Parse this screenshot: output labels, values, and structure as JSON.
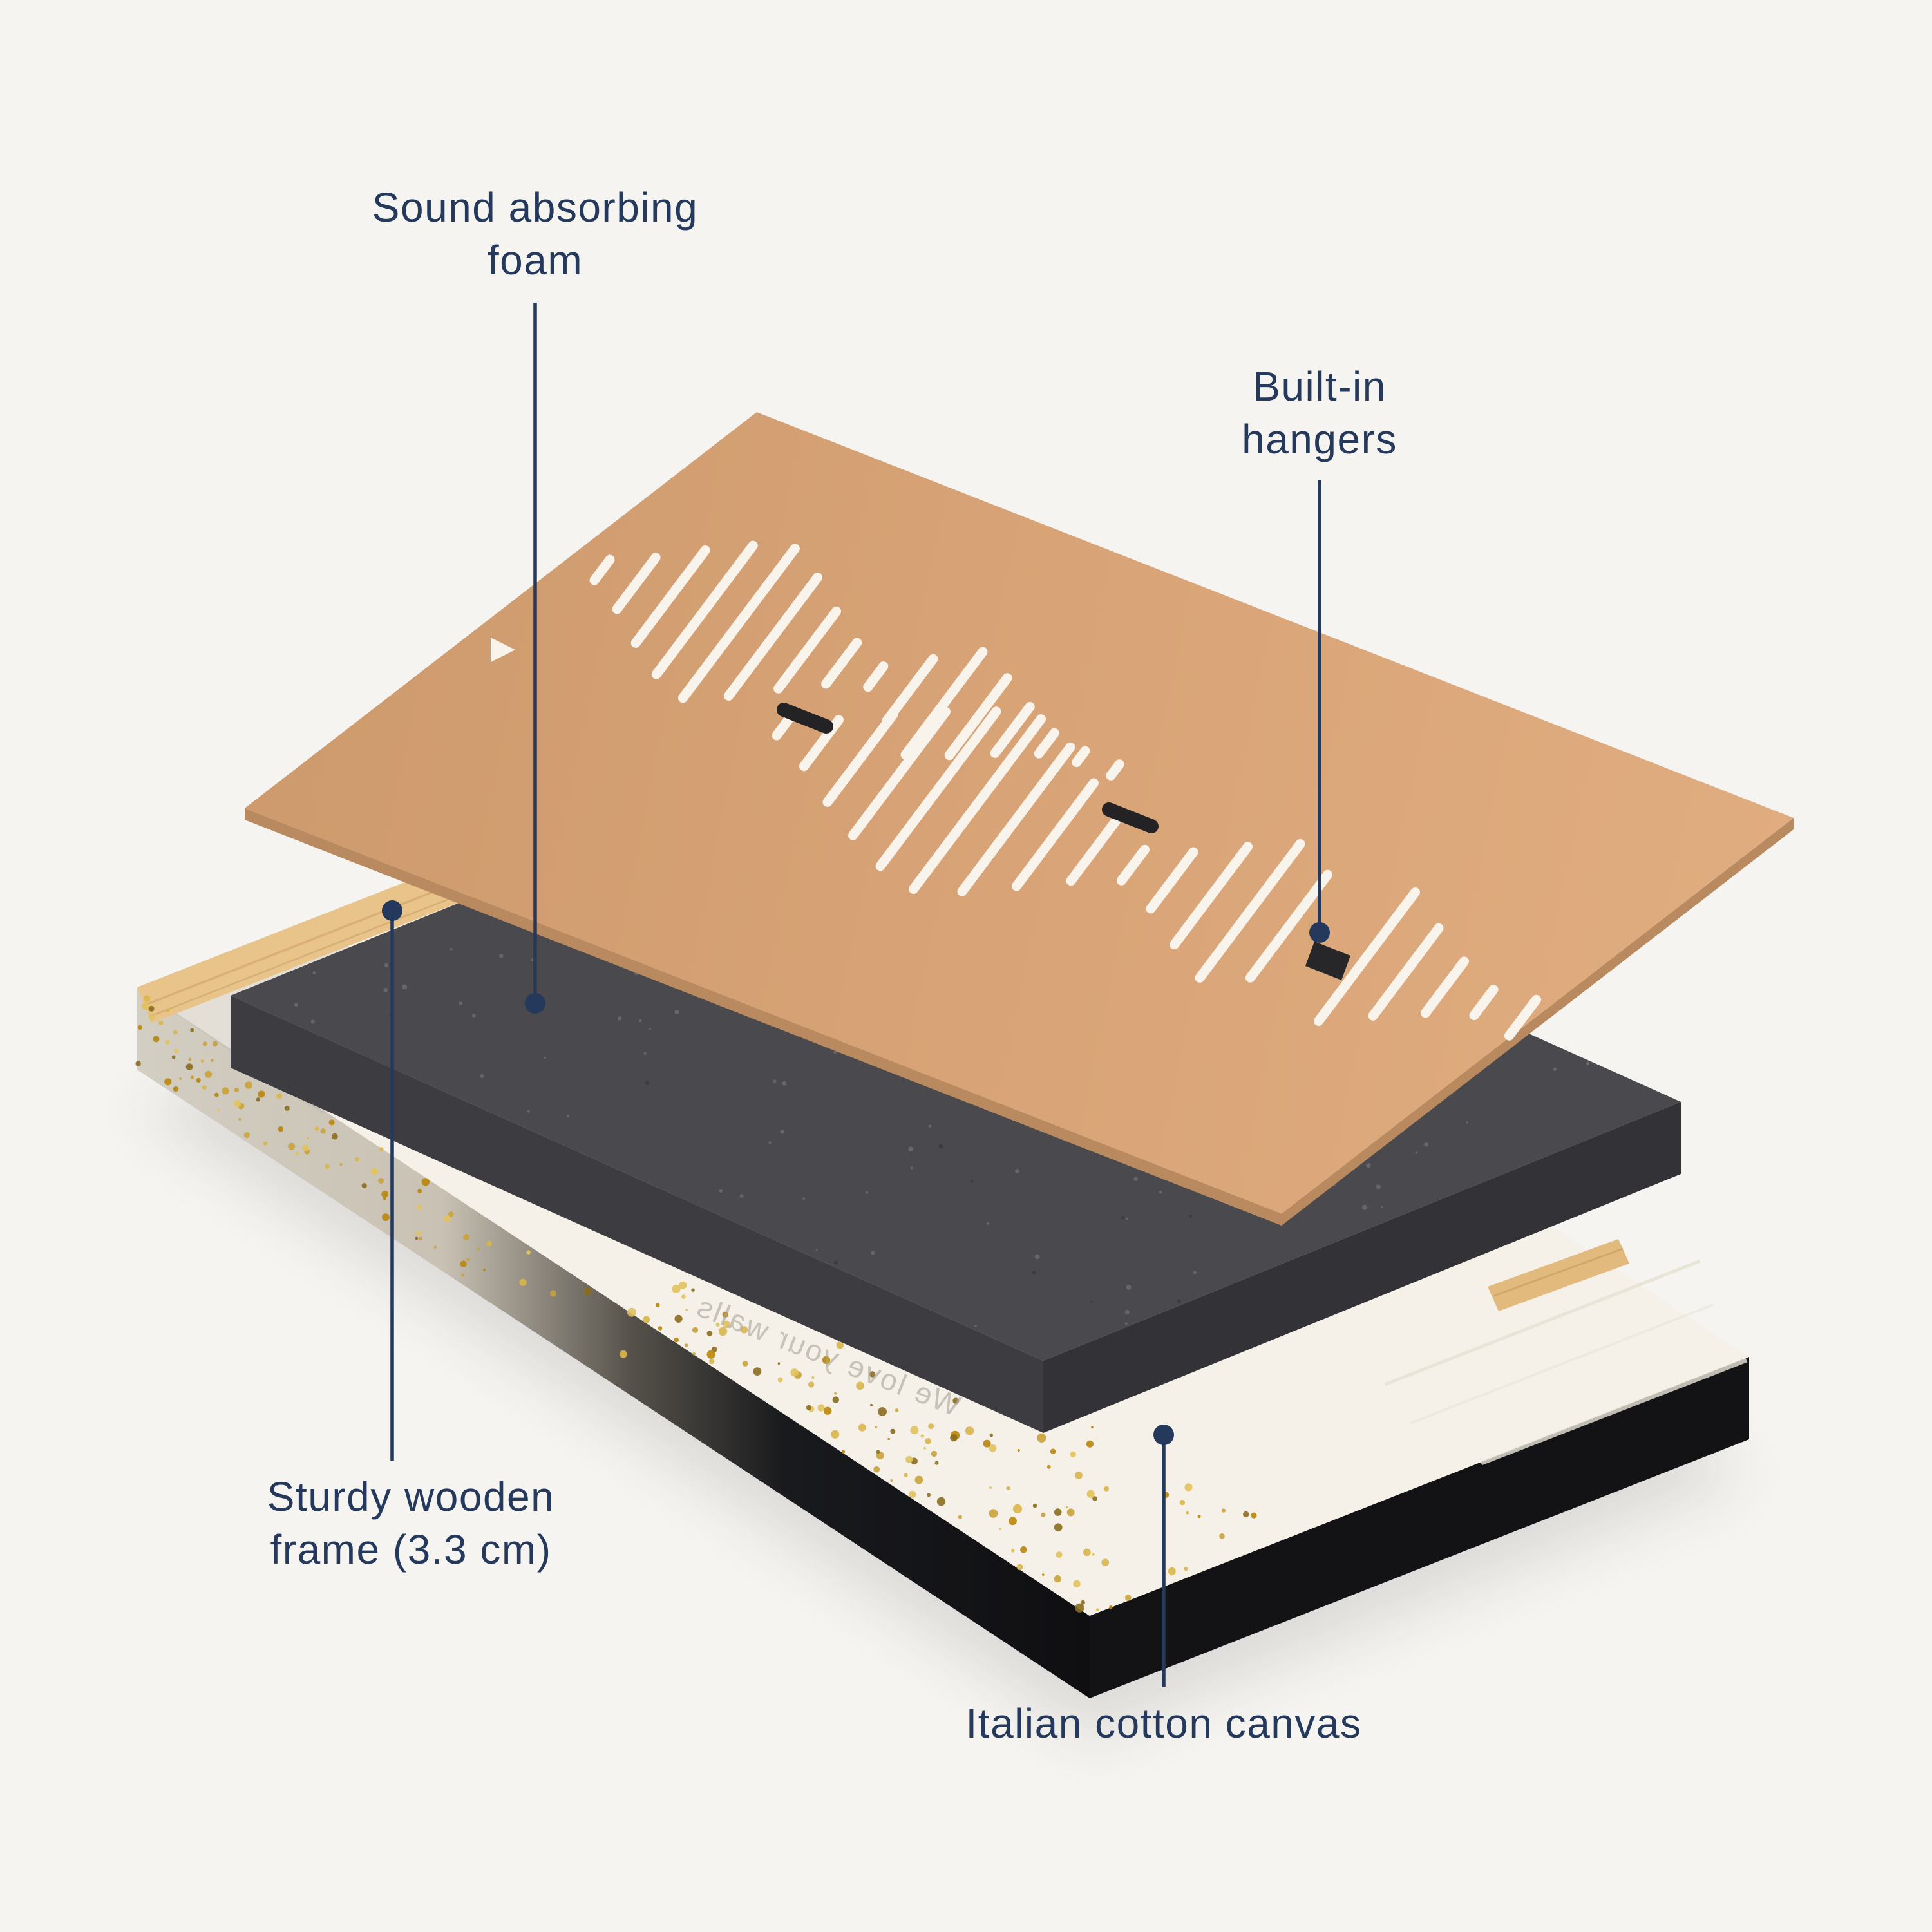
{
  "colors": {
    "background": "#f5f4f1",
    "label_text": "#24395b",
    "board": "#d7a375",
    "foam": "#4a4a4e",
    "canvas": "#f5f1e8",
    "frame_wood": "#e8c48b",
    "gold_accent": "#c9a23a",
    "side_black": "#131316"
  },
  "annotations": {
    "foam": {
      "line1": "Sound absorbing",
      "line2": "foam"
    },
    "hangers": {
      "line1": "Built-in",
      "line2": "hangers"
    },
    "frame": {
      "line1": "Sturdy wooden",
      "line2": "frame (3.3 cm)"
    },
    "canvas": {
      "line1": "Italian cotton canvas"
    }
  },
  "canvas_back_text": "We love your walls"
}
